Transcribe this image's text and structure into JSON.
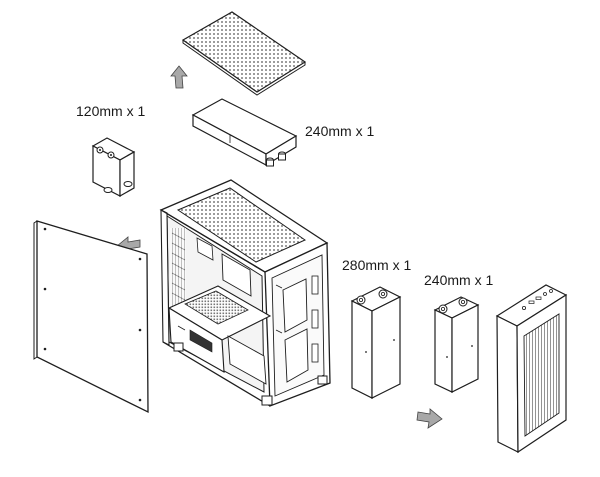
{
  "labels": {
    "radiator_120": "120mm x 1",
    "radiator_240_top": "240mm x 1",
    "radiator_280_front": "280mm x 1",
    "radiator_240_front": "240mm x 1"
  },
  "colors": {
    "line": "#1e1e1e",
    "arrow_fill": "#a8a8a8",
    "mesh": "#555555",
    "panel_fill": "#ffffff",
    "shade": "#d8d8d8"
  },
  "icons": [
    "up-arrow-icon",
    "left-arrow-icon",
    "down-right-arrow-icon"
  ]
}
